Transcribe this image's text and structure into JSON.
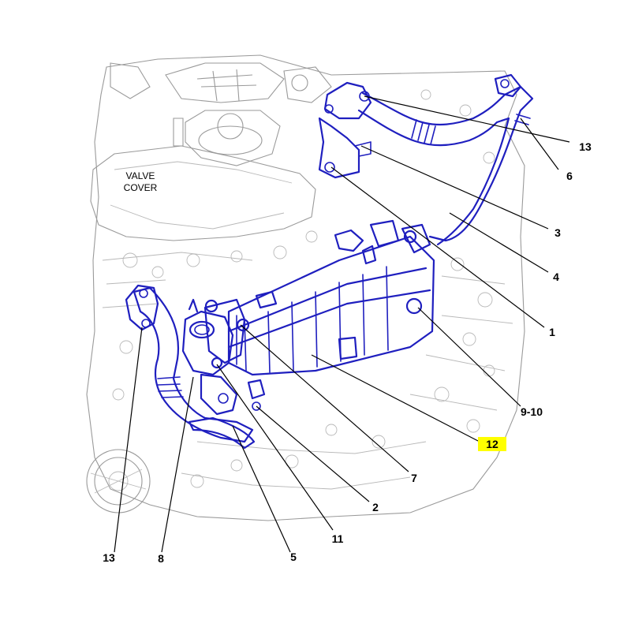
{
  "annotation": {
    "valve_cover_line1": "VALVE",
    "valve_cover_line2": "COVER"
  },
  "callouts": {
    "c13_top": "13",
    "c6": "6",
    "c3": "3",
    "c4": "4",
    "c1": "1",
    "c9_10": "9-10",
    "c12": "12",
    "c7": "7",
    "c2": "2",
    "c11": "11",
    "c5": "5",
    "c8": "8",
    "c13_bottom": "13"
  },
  "colors": {
    "part_outline": "#1f1fbf",
    "engine_linework": "#9a9a9a",
    "highlight": "#ffff00"
  }
}
